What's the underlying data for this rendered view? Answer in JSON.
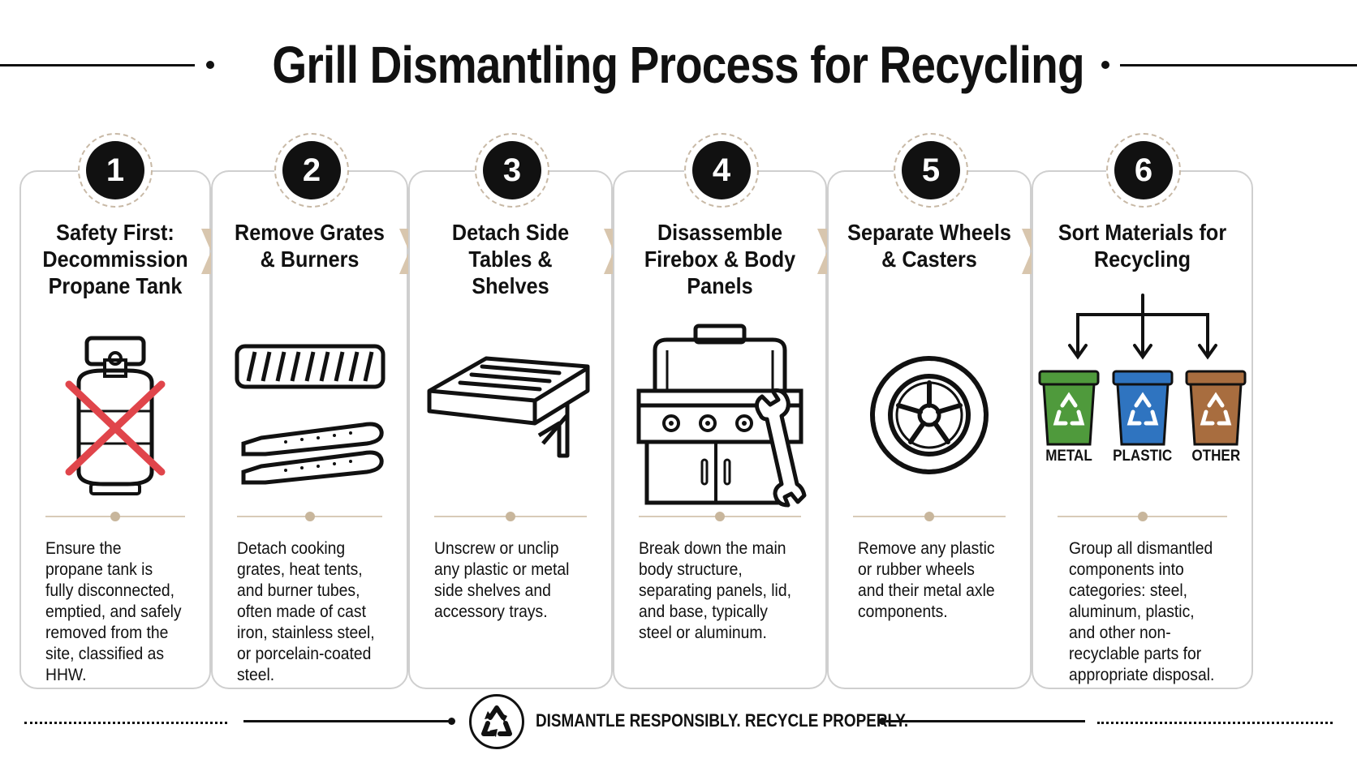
{
  "title": "Grill Dismantling Process for Recycling",
  "steps": [
    {
      "number": "1",
      "title": "Safety First: Decommission Propane Tank",
      "description": "Ensure the propane tank is fully disconnected, emptied, and safely removed from the site, classified as HHW.",
      "icon": "propane-tank-crossed-icon"
    },
    {
      "number": "2",
      "title": "Remove Grates & Burners",
      "description": "Detach cooking grates, heat tents, and burner tubes, often made of cast iron, stainless steel, or porcelain-coated steel.",
      "icon": "grate-burner-icon"
    },
    {
      "number": "3",
      "title": "Detach Side Tables & Shelves",
      "description": "Unscrew or unclip any plastic or metal side shelves and accessory trays.",
      "icon": "side-shelf-icon"
    },
    {
      "number": "4",
      "title": "Disassemble Firebox & Body Panels",
      "description": "Break down the main body structure, separating panels, lid, and base, typically steel or aluminum.",
      "icon": "grill-wrench-icon"
    },
    {
      "number": "5",
      "title": "Separate Wheels & Casters",
      "description": "Remove any plastic or rubber wheels and their metal axle components.",
      "icon": "wheel-icon"
    },
    {
      "number": "6",
      "title": "Sort Materials for Recycling",
      "description": "Group all dismantled components into categories: steel, aluminum, plastic, and other non-recyclable parts for appropriate disposal.",
      "icon": "recycling-bins-icon",
      "bins": [
        {
          "label": "METAL",
          "color": "#4f9a3c"
        },
        {
          "label": "PLASTIC",
          "color": "#2f74c0"
        },
        {
          "label": "OTHER",
          "color": "#a86d3f"
        }
      ]
    }
  ],
  "footer": {
    "text": "DISMANTLE RESPONSIBLY. RECYCLE PROPERLY.",
    "icon": "recycle-icon"
  },
  "colors": {
    "accent": "#d8c6ae",
    "border": "#cfcfcf",
    "cross": "#e0454b"
  }
}
